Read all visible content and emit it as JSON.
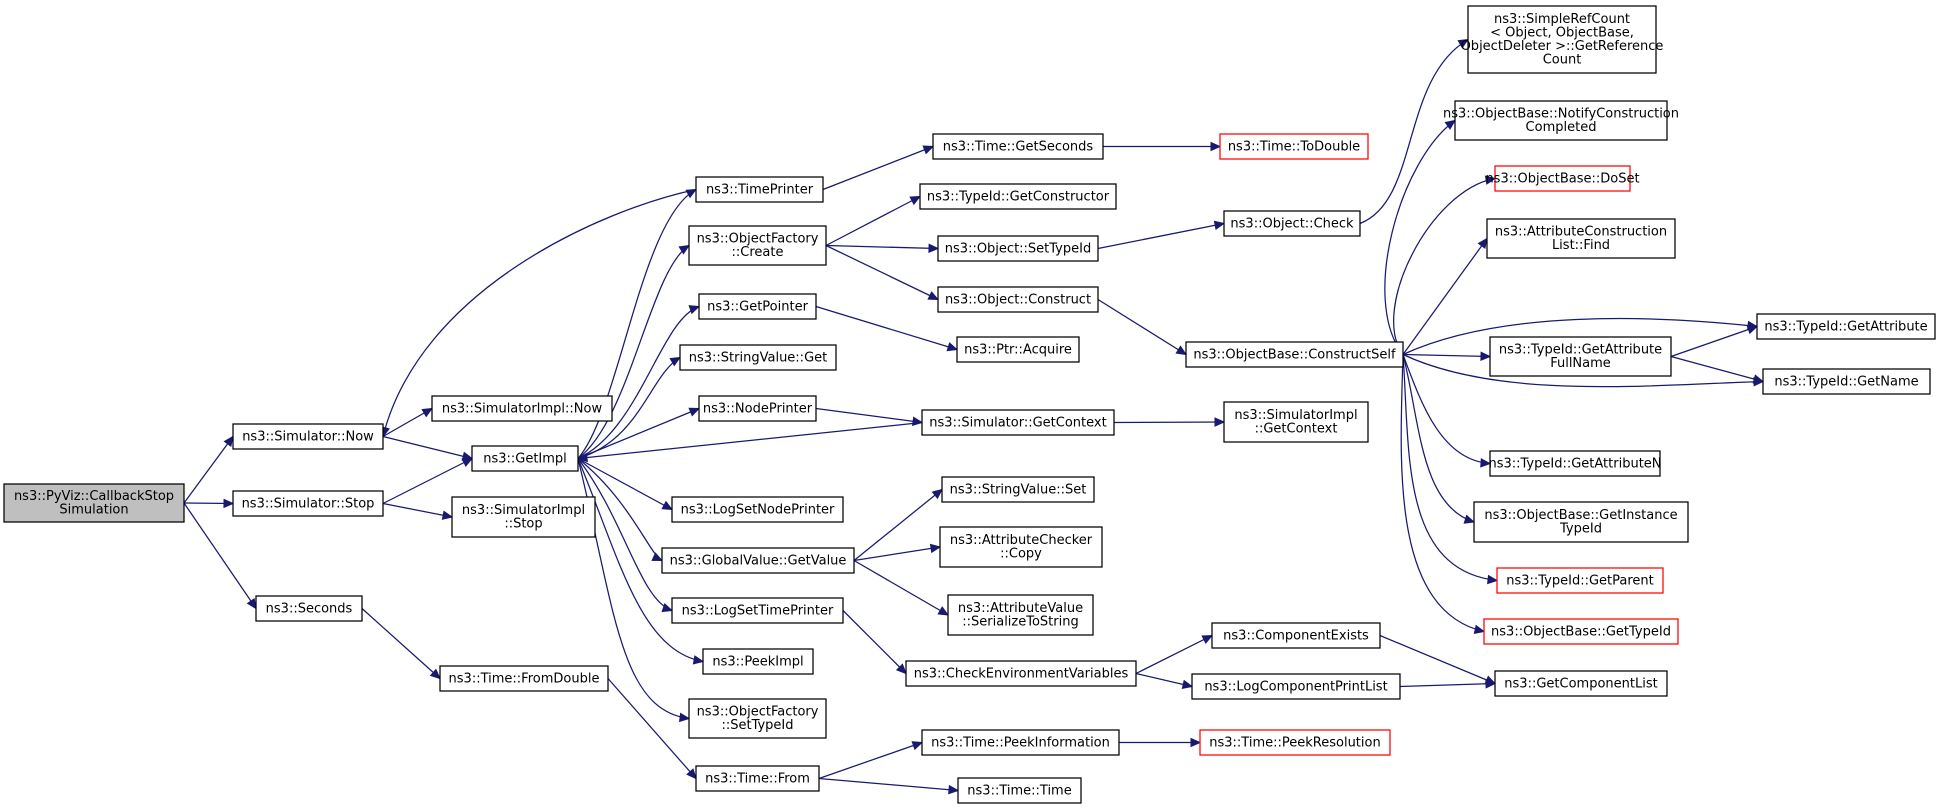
{
  "diagram": {
    "type": "call-graph",
    "colors": {
      "edge": "#191970",
      "node_border": "#000000",
      "root_fill": "#bfbfbf",
      "missing_border": "#ff0000"
    },
    "nodes": [
      {
        "id": "root",
        "lines": [
          "ns3::PyViz::CallbackStop",
          "Simulation"
        ],
        "style": "root"
      },
      {
        "id": "sim_now",
        "lines": [
          "ns3::Simulator::Now"
        ]
      },
      {
        "id": "sim_stop",
        "lines": [
          "ns3::Simulator::Stop"
        ]
      },
      {
        "id": "seconds",
        "lines": [
          "ns3::Seconds"
        ]
      },
      {
        "id": "simimpl_now",
        "lines": [
          "ns3::SimulatorImpl::Now"
        ]
      },
      {
        "id": "getimpl",
        "lines": [
          "ns3::GetImpl"
        ]
      },
      {
        "id": "simimpl_stop",
        "lines": [
          "ns3::SimulatorImpl",
          "::Stop"
        ]
      },
      {
        "id": "time_fromdouble",
        "lines": [
          "ns3::Time::FromDouble"
        ]
      },
      {
        "id": "timeprinter",
        "lines": [
          "ns3::TimePrinter"
        ]
      },
      {
        "id": "objfactory_create",
        "lines": [
          "ns3::ObjectFactory",
          "::Create"
        ]
      },
      {
        "id": "getpointer",
        "lines": [
          "ns3::GetPointer"
        ]
      },
      {
        "id": "stringvalue_get",
        "lines": [
          "ns3::StringValue::Get"
        ]
      },
      {
        "id": "nodeprinter",
        "lines": [
          "ns3::NodePrinter"
        ]
      },
      {
        "id": "logsetnodeprinter",
        "lines": [
          "ns3::LogSetNodePrinter"
        ]
      },
      {
        "id": "globalvalue_getvalue",
        "lines": [
          "ns3::GlobalValue::GetValue"
        ]
      },
      {
        "id": "logsettimeprinter",
        "lines": [
          "ns3::LogSetTimePrinter"
        ]
      },
      {
        "id": "peekimpl",
        "lines": [
          "ns3::PeekImpl"
        ]
      },
      {
        "id": "objfactory_settypeid",
        "lines": [
          "ns3::ObjectFactory",
          "::SetTypeId"
        ]
      },
      {
        "id": "time_from",
        "lines": [
          "ns3::Time::From"
        ]
      },
      {
        "id": "time_getseconds",
        "lines": [
          "ns3::Time::GetSeconds"
        ]
      },
      {
        "id": "typeid_getconstructor",
        "lines": [
          "ns3::TypeId::GetConstructor"
        ]
      },
      {
        "id": "object_settypeid",
        "lines": [
          "ns3::Object::SetTypeId"
        ]
      },
      {
        "id": "object_construct",
        "lines": [
          "ns3::Object::Construct"
        ]
      },
      {
        "id": "ptr_acquire",
        "lines": [
          "ns3::Ptr::Acquire"
        ]
      },
      {
        "id": "simulator_getcontext",
        "lines": [
          "ns3::Simulator::GetContext"
        ]
      },
      {
        "id": "stringvalue_set",
        "lines": [
          "ns3::StringValue::Set"
        ]
      },
      {
        "id": "attrchecker_copy",
        "lines": [
          "ns3::AttributeChecker",
          "::Copy"
        ]
      },
      {
        "id": "attrvalue_serialize",
        "lines": [
          "ns3::AttributeValue",
          "::SerializeToString"
        ]
      },
      {
        "id": "checkenvvars",
        "lines": [
          "ns3::CheckEnvironmentVariables"
        ]
      },
      {
        "id": "time_peekinformation",
        "lines": [
          "ns3::Time::PeekInformation"
        ]
      },
      {
        "id": "time_time",
        "lines": [
          "ns3::Time::Time"
        ]
      },
      {
        "id": "time_todouble",
        "lines": [
          "ns3::Time::ToDouble"
        ],
        "style": "red"
      },
      {
        "id": "object_check",
        "lines": [
          "ns3::Object::Check"
        ]
      },
      {
        "id": "objectbase_constructself",
        "lines": [
          "ns3::ObjectBase::ConstructSelf"
        ]
      },
      {
        "id": "simimpl_getcontext",
        "lines": [
          "ns3::SimulatorImpl",
          "::GetContext"
        ]
      },
      {
        "id": "componentexists",
        "lines": [
          "ns3::ComponentExists"
        ]
      },
      {
        "id": "logcomponentprintlist",
        "lines": [
          "ns3::LogComponentPrintList"
        ]
      },
      {
        "id": "time_peekresolution",
        "lines": [
          "ns3::Time::PeekResolution"
        ],
        "style": "red"
      },
      {
        "id": "simplerefcount",
        "lines": [
          "ns3::SimpleRefCount",
          "< Object, ObjectBase,",
          "ObjectDeleter >::GetReference",
          "Count"
        ]
      },
      {
        "id": "notifyconstruction",
        "lines": [
          "ns3::ObjectBase::NotifyConstruction",
          "Completed"
        ]
      },
      {
        "id": "objectbase_doset",
        "lines": [
          "ns3::ObjectBase::DoSet"
        ],
        "style": "red"
      },
      {
        "id": "attrconstructionlist_find",
        "lines": [
          "ns3::AttributeConstruction",
          "List::Find"
        ]
      },
      {
        "id": "typeid_getattributefullname",
        "lines": [
          "ns3::TypeId::GetAttribute",
          "FullName"
        ]
      },
      {
        "id": "typeid_getattributen",
        "lines": [
          "ns3::TypeId::GetAttributeN"
        ]
      },
      {
        "id": "getinstancetypeid",
        "lines": [
          "ns3::ObjectBase::GetInstance",
          "TypeId"
        ]
      },
      {
        "id": "typeid_getparent",
        "lines": [
          "ns3::TypeId::GetParent"
        ],
        "style": "red"
      },
      {
        "id": "objectbase_gettypeid",
        "lines": [
          "ns3::ObjectBase::GetTypeId"
        ],
        "style": "red"
      },
      {
        "id": "typeid_getattribute",
        "lines": [
          "ns3::TypeId::GetAttribute"
        ]
      },
      {
        "id": "typeid_getname",
        "lines": [
          "ns3::TypeId::GetName"
        ]
      },
      {
        "id": "getcomponentlist",
        "lines": [
          "ns3::GetComponentList"
        ]
      }
    ],
    "edges": [
      [
        "root",
        "sim_now"
      ],
      [
        "root",
        "sim_stop"
      ],
      [
        "root",
        "seconds"
      ],
      [
        "sim_now",
        "simimpl_now"
      ],
      [
        "sim_now",
        "getimpl"
      ],
      [
        "sim_stop",
        "getimpl"
      ],
      [
        "sim_stop",
        "simimpl_stop"
      ],
      [
        "seconds",
        "time_fromdouble"
      ],
      [
        "time_fromdouble",
        "time_from"
      ],
      [
        "timeprinter",
        "sim_now"
      ],
      [
        "timeprinter",
        "time_getseconds"
      ],
      [
        "getimpl",
        "timeprinter"
      ],
      [
        "getimpl",
        "objfactory_create"
      ],
      [
        "getimpl",
        "getpointer"
      ],
      [
        "getimpl",
        "stringvalue_get"
      ],
      [
        "getimpl",
        "nodeprinter"
      ],
      [
        "getimpl",
        "logsetnodeprinter"
      ],
      [
        "getimpl",
        "globalvalue_getvalue"
      ],
      [
        "getimpl",
        "logsettimeprinter"
      ],
      [
        "getimpl",
        "peekimpl"
      ],
      [
        "getimpl",
        "objfactory_settypeid"
      ],
      [
        "objfactory_create",
        "typeid_getconstructor"
      ],
      [
        "objfactory_create",
        "object_settypeid"
      ],
      [
        "objfactory_create",
        "object_construct"
      ],
      [
        "getpointer",
        "ptr_acquire"
      ],
      [
        "nodeprinter",
        "simulator_getcontext"
      ],
      [
        "simulator_getcontext",
        "getimpl"
      ],
      [
        "simulator_getcontext",
        "simimpl_getcontext"
      ],
      [
        "globalvalue_getvalue",
        "stringvalue_set"
      ],
      [
        "globalvalue_getvalue",
        "attrchecker_copy"
      ],
      [
        "globalvalue_getvalue",
        "attrvalue_serialize"
      ],
      [
        "logsettimeprinter",
        "checkenvvars"
      ],
      [
        "time_from",
        "time_peekinformation"
      ],
      [
        "time_from",
        "time_time"
      ],
      [
        "time_getseconds",
        "time_todouble"
      ],
      [
        "object_settypeid",
        "object_check"
      ],
      [
        "object_construct",
        "objectbase_constructself"
      ],
      [
        "object_check",
        "simplerefcount"
      ],
      [
        "objectbase_constructself",
        "notifyconstruction"
      ],
      [
        "objectbase_constructself",
        "objectbase_doset"
      ],
      [
        "objectbase_constructself",
        "attrconstructionlist_find"
      ],
      [
        "objectbase_constructself",
        "typeid_getattribute"
      ],
      [
        "objectbase_constructself",
        "typeid_getattributefullname"
      ],
      [
        "objectbase_constructself",
        "typeid_getname"
      ],
      [
        "objectbase_constructself",
        "typeid_getattributen"
      ],
      [
        "objectbase_constructself",
        "getinstancetypeid"
      ],
      [
        "objectbase_constructself",
        "typeid_getparent"
      ],
      [
        "objectbase_constructself",
        "objectbase_gettypeid"
      ],
      [
        "typeid_getattributefullname",
        "typeid_getattribute"
      ],
      [
        "typeid_getattributefullname",
        "typeid_getname"
      ],
      [
        "checkenvvars",
        "componentexists"
      ],
      [
        "checkenvvars",
        "logcomponentprintlist"
      ],
      [
        "componentexists",
        "getcomponentlist"
      ],
      [
        "logcomponentprintlist",
        "getcomponentlist"
      ],
      [
        "time_peekinformation",
        "time_peekresolution"
      ]
    ]
  }
}
